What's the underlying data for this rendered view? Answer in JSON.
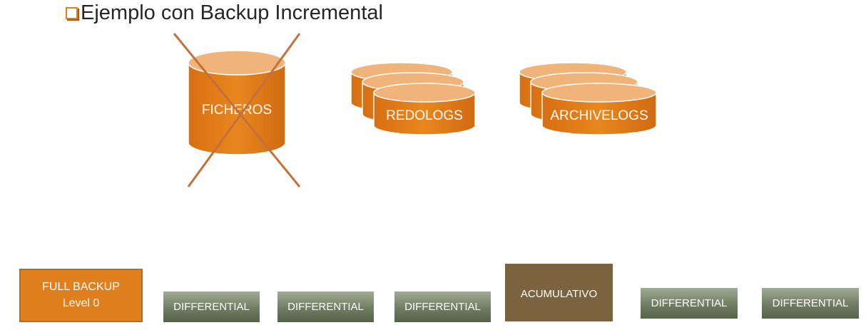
{
  "title": "Ejemplo con Backup Incremental",
  "bullet_icon": "checkbox-bullet-icon",
  "colors": {
    "orange": "#e07f1d",
    "orange_top": "#f0b47a",
    "cross": "#c4703a",
    "differential": "#6f7d62",
    "accumulative": "#7b633f"
  },
  "cylinders": {
    "files_label": "FICHEROS",
    "redologs_label": "REDOLOGS",
    "archivelogs_label": "ARCHIVELOGS"
  },
  "timeline": {
    "full_backup_line1": "FULL BACKUP",
    "full_backup_line2": "Level 0",
    "differential_1": "DIFFERENTIAL",
    "differential_2": "DIFFERENTIAL",
    "differential_3": "DIFFERENTIAL",
    "accumulative": "ACUMULATIVO",
    "differential_4": "DIFFERENTIAL",
    "differential_5": "DIFFERENTIAL"
  }
}
